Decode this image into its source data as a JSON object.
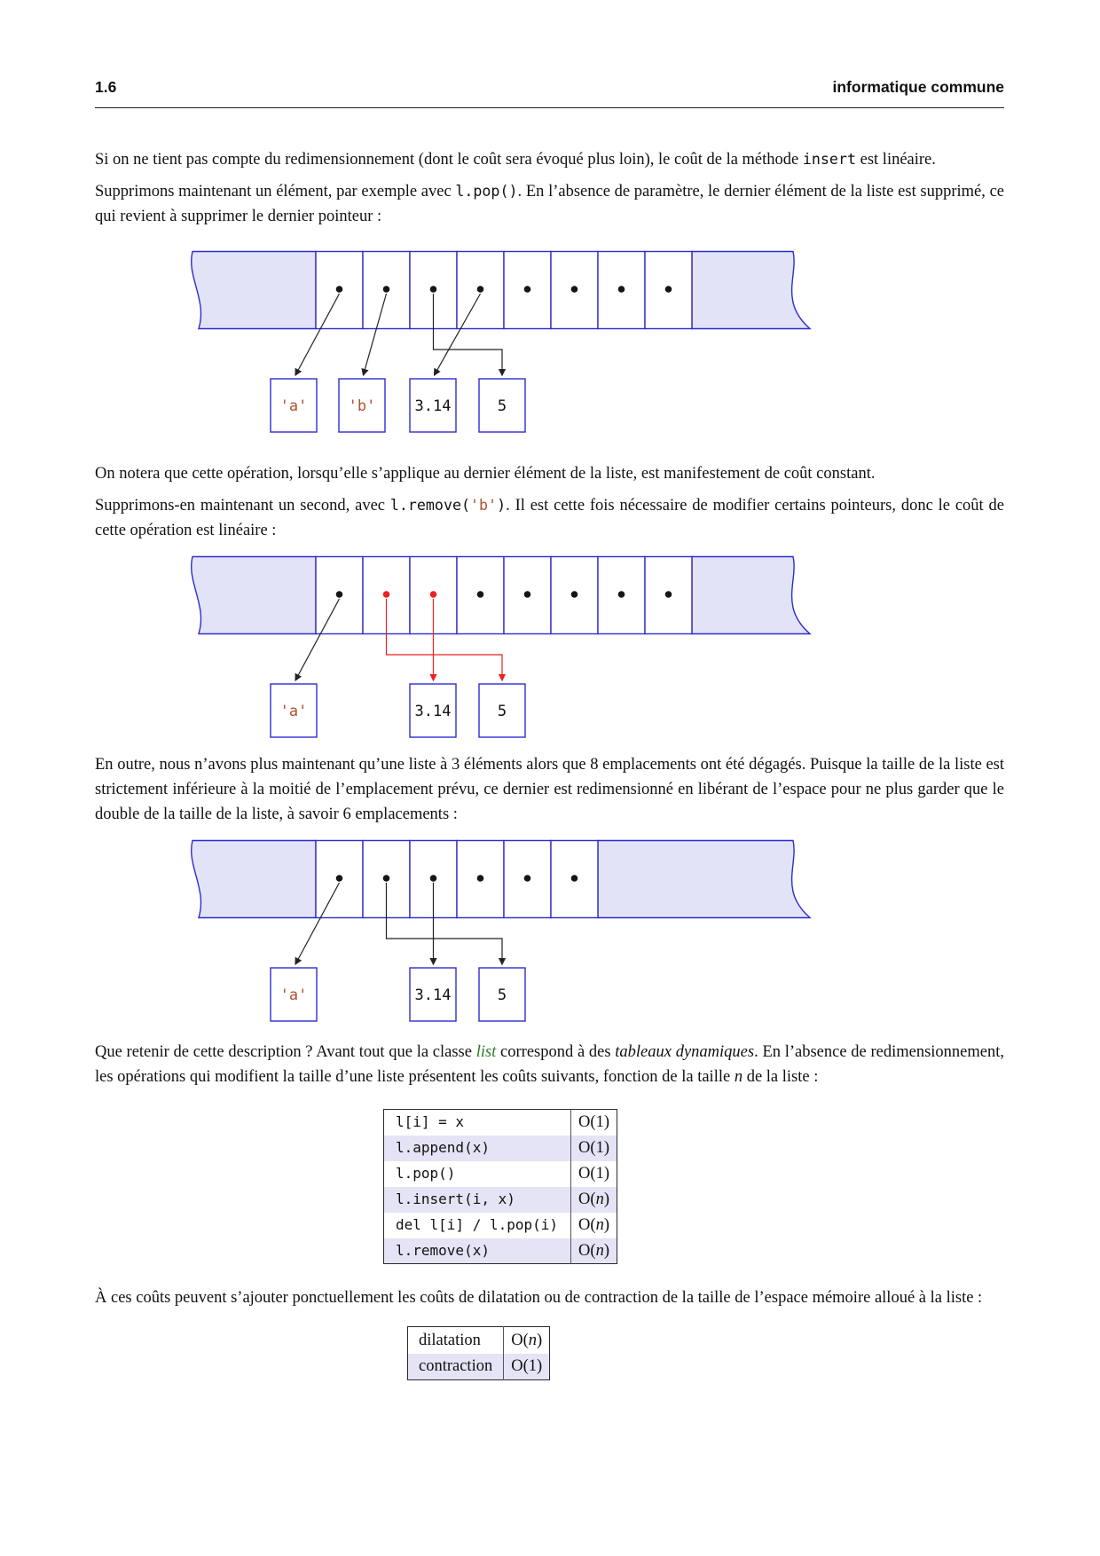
{
  "colors": {
    "band-fill": "#e3e3f7",
    "band-stroke": "#2d2dd0",
    "code-string": "#b0512c",
    "arrow-red": "#ee2020",
    "list-green": "#2c7a2c",
    "row-alt": "#e4e4f6"
  },
  "header": {
    "section": "1.6",
    "title": "informatique commune"
  },
  "paragraphs": {
    "p1": [
      {
        "t": "Si on ne tient pas compte du redimensionnement (dont le coût sera évoqué plus loin), le coût de la méthode "
      },
      {
        "t": "insert",
        "c": "code"
      },
      {
        "t": " est linéaire."
      }
    ],
    "p2": [
      {
        "t": "Supprimons maintenant un élément, par exemple avec "
      },
      {
        "t": "l.pop()",
        "c": "code"
      },
      {
        "t": ". En l’absence de paramètre, le dernier élément de la liste est supprimé, ce qui revient à supprimer le dernier pointeur :"
      }
    ],
    "p3": [
      {
        "t": "On notera que cette opération, lorsqu’elle s’applique au dernier élément de la liste, est manifestement de coût constant."
      }
    ],
    "p4": [
      {
        "t": "Supprimons-en maintenant un second, avec "
      },
      {
        "t": "l.remove(",
        "c": "code"
      },
      {
        "t": "'b'",
        "c": "code str"
      },
      {
        "t": ")",
        "c": "code"
      },
      {
        "t": ". Il est cette fois nécessaire de modifier certains pointeurs, donc le coût de cette opération est linéaire :"
      }
    ],
    "p5": [
      {
        "t": "En outre, nous n’avons plus maintenant qu’une liste à 3 éléments alors que 8 emplacements ont été dégagés. Puisque la taille de la liste est strictement inférieure à la moitié de l’emplacement prévu, ce dernier est redimensionné en libérant de l’espace pour ne plus garder que le double de la taille de la liste, à savoir 6 emplacements :"
      }
    ],
    "p6": [
      {
        "t": "Que retenir de cette description ? Avant tout que la classe "
      },
      {
        "t": "list",
        "c": "itg"
      },
      {
        "t": " correspond à des "
      },
      {
        "t": "tableaux dynamiques",
        "c": "it"
      },
      {
        "t": ". En l’absence de redimensionnement, les opérations qui modifient la taille d’une liste présentent les coûts suivants, fonction de la taille "
      },
      {
        "t": "n",
        "c": "it"
      },
      {
        "t": " de la liste :"
      }
    ],
    "p7": [
      {
        "t": "À ces coûts peuvent s’ajouter ponctuellement les coûts de dilatation ou de contraction de la taille de l’espace mémoire alloué à la liste :"
      }
    ]
  },
  "diagrams": {
    "d1": {
      "cells": 8,
      "red_pointers": [],
      "boxes": [
        {
          "label": "'a'"
        },
        {
          "label": "'b'"
        },
        {
          "label": "3.14"
        },
        {
          "label": "5"
        }
      ]
    },
    "d2": {
      "cells": 8,
      "red_pointers": [
        2,
        3
      ],
      "boxes": [
        {
          "label": "'a'"
        },
        {
          "label": "3.14"
        },
        {
          "label": "5"
        }
      ]
    },
    "d3": {
      "cells": 6,
      "red_pointers": [],
      "boxes": [
        {
          "label": "'a'"
        },
        {
          "label": "3.14"
        },
        {
          "label": "5"
        }
      ]
    }
  },
  "big_o": {
    "prefix": "O(",
    "suffix": ")"
  },
  "ops_table": {
    "rows": [
      {
        "op": "l[i] = x",
        "arg": "1"
      },
      {
        "op": "l.append(x)",
        "arg": "1"
      },
      {
        "op": "l.pop()",
        "arg": "1"
      },
      {
        "op": "l.insert(i, x)",
        "arg": "n"
      },
      {
        "op": "del l[i] / l.pop(i)",
        "arg": "n"
      },
      {
        "op": "l.remove(x)",
        "arg": "n"
      }
    ]
  },
  "resize_table": {
    "rows": [
      {
        "op": "dilatation",
        "arg": "n"
      },
      {
        "op": "contraction",
        "arg": "1"
      }
    ]
  }
}
